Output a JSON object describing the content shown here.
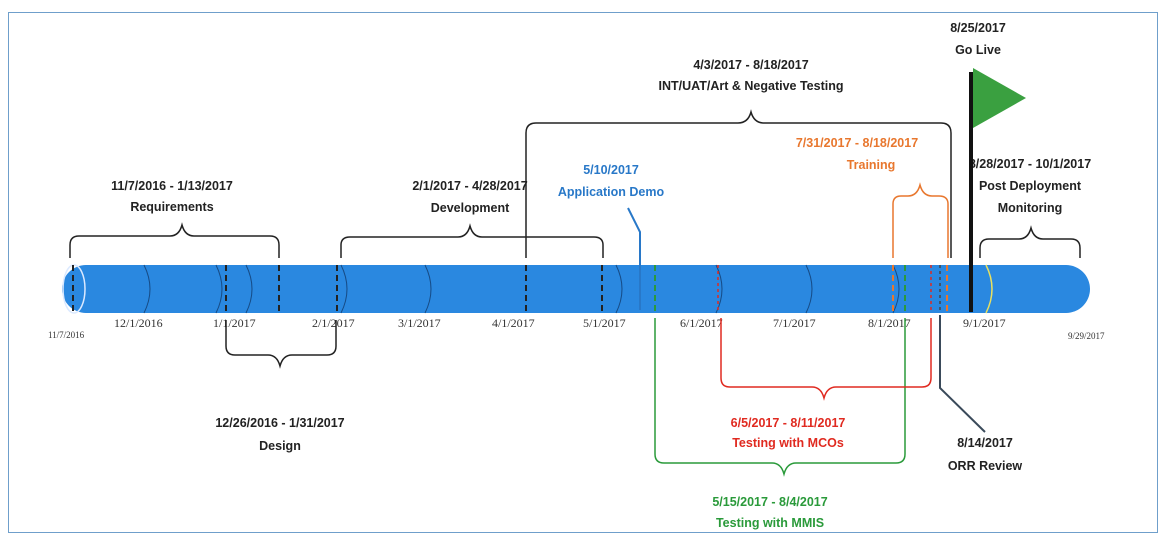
{
  "colors": {
    "bar": "#2a88e0",
    "black": "#222222",
    "blue": "#2878c8",
    "orange": "#e8772e",
    "red": "#e02a20",
    "green": "#2a9a3a",
    "flag": "#3aa040"
  },
  "axis_ticks": [
    "11/7/2016",
    "12/1/2016",
    "1/1/2017",
    "2/1/2017",
    "3/1/2017",
    "4/1/2017",
    "5/1/2017",
    "6/1/2017",
    "7/1/2017",
    "8/1/2017",
    "9/1/2017",
    "9/29/2017"
  ],
  "phases": {
    "requirements": {
      "dates": "11/7/2016 - 1/13/2017",
      "name": "Requirements"
    },
    "design": {
      "dates": "12/26/2016 - 1/31/2017",
      "name": "Design"
    },
    "development": {
      "dates": "2/1/2017 - 4/28/2017",
      "name": "Development"
    },
    "testing_int": {
      "dates": "4/3/2017 - 8/18/2017",
      "name": "INT/UAT/Art & Negative Testing"
    },
    "demo": {
      "dates": "5/10/2017",
      "name": "Application Demo"
    },
    "training": {
      "dates": "7/31/2017 - 8/18/2017",
      "name": "Training"
    },
    "go_live": {
      "dates": "8/25/2017",
      "name": "Go Live"
    },
    "post_deploy": {
      "dates": "8/28/2017 - 10/1/2017",
      "name_line1": "Post Deployment",
      "name_line2": "Monitoring"
    },
    "mcos": {
      "dates": "6/5/2017 - 8/11/2017",
      "name": "Testing with MCOs"
    },
    "mmis": {
      "dates": "5/15/2017 - 8/4/2017",
      "name": "Testing with MMIS"
    },
    "orr": {
      "dates": "8/14/2017",
      "name": "ORR Review"
    }
  }
}
